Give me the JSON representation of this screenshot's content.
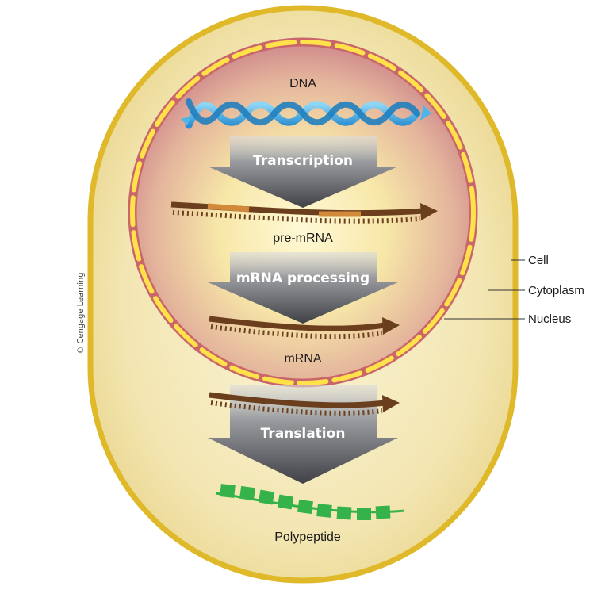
{
  "labels": {
    "dna": "DNA",
    "transcription": "Transcription",
    "pre_mrna": "pre-mRNA",
    "mrna_processing": "mRNA processing",
    "mrna": "mRNA",
    "translation": "Translation",
    "polypeptide": "Polypeptide"
  },
  "callouts": {
    "cell": "Cell",
    "cytoplasm": "Cytoplasm",
    "nucleus": "Nucleus"
  },
  "credit": "© Cengage Learning",
  "colors": {
    "cell_membrane": "#f2cf39",
    "cytoplasm": "#f4e9b8",
    "nucleus_envelope": "#d86a6e",
    "nuclear_pores": "#ffe14a",
    "dna_helix": "#4db6e9",
    "rna_strand": "#6b3f1d",
    "exon_highlight": "#d28a3a",
    "process_arrow": "#6a6c70",
    "polypeptide": "#35b24a"
  }
}
